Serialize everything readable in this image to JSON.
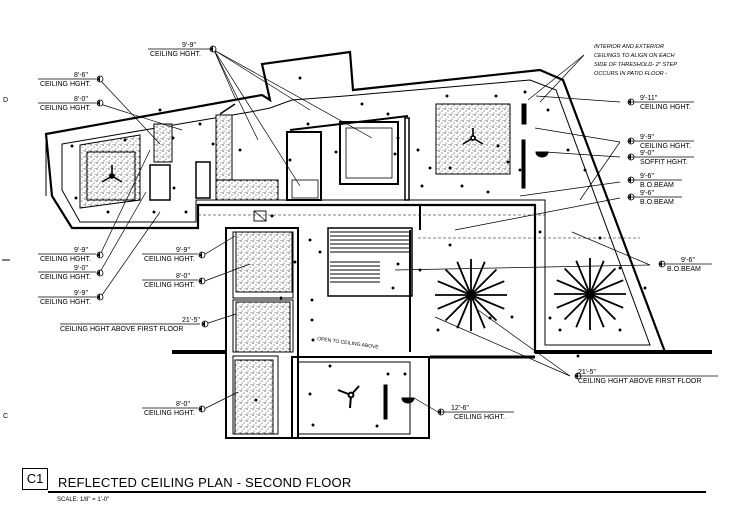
{
  "drawing": {
    "id": "C1",
    "title": "REFLECTED CEILING PLAN - SECOND FLOOR",
    "scale": "SCALE: 1/8\" = 1'-0\""
  },
  "grid_marks": {
    "d": "D",
    "c": "C"
  },
  "note": {
    "lines": [
      "INTERIOR AND EXTERIOR",
      "CEILINGS TO ALIGN ON EACH",
      "SIDE OF THRESHOLD- 2\" STEP",
      "OCCURS IN PATIO FLOOR -"
    ]
  },
  "annotations": {
    "ceiling_top": {
      "value": "9'-9\"",
      "label": "CEILING HGHT."
    },
    "left_1": {
      "value": "8'-6\"",
      "label": "CEILING HGHT."
    },
    "left_2": {
      "value": "8'-0\"",
      "label": "CEILING HGHT."
    },
    "left_3": {
      "value": "9'-9\"",
      "label": "CEILING HGHT."
    },
    "left_4": {
      "value": "9'-0\"",
      "label": "CEILING HGHT."
    },
    "left_5": {
      "value": "9'-9\"",
      "label": "CEILING HGHT."
    },
    "mid_1": {
      "value": "9'-9\"",
      "label": "CEILING HGHT."
    },
    "mid_2": {
      "value": "8'-0\"",
      "label": "CEILING HGHT."
    },
    "mid_3": {
      "value": "21'-5\"",
      "label": "CEILING HGHT ABOVE FIRST FLOOR"
    },
    "mid_4": {
      "value": "8'-0\"",
      "label": "CEILING HGHT."
    },
    "right_1": {
      "value": "9'-11\"",
      "label": "CEILING HGHT."
    },
    "right_2": {
      "value": "9'-9\"",
      "label": "CEILING HGHT."
    },
    "right_3": {
      "value": "9'-0\"",
      "label": "SOFFIT HGHT."
    },
    "right_4": {
      "value": "9'-6\"",
      "label": "B.O.BEAM"
    },
    "right_5": {
      "value": "9'-6\"",
      "label": "B.O.BEAM"
    },
    "right_6": {
      "value": "9'-6\"",
      "label": "B.O.BEAM"
    },
    "right_7": {
      "value": "21'-5\"",
      "label": "CEILING HGHT ABOVE FIRST FLOOR"
    },
    "right_8": {
      "value": "12'-6\"",
      "label": "CEILING HGHT."
    }
  },
  "open_label": "OPEN TO CEILING ABOVE"
}
